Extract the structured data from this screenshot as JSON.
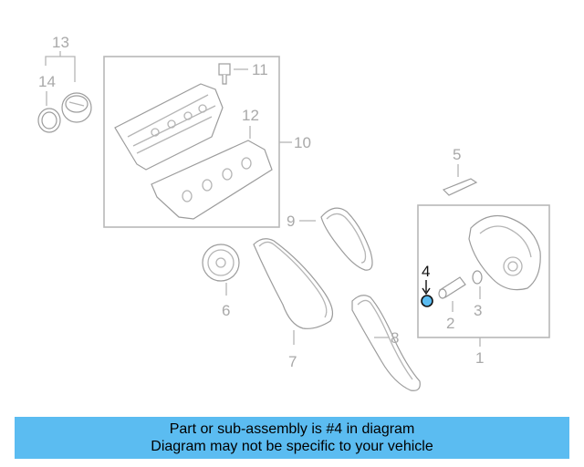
{
  "callouts": {
    "c1": "1",
    "c2": "2",
    "c3": "3",
    "c4": "4",
    "c5": "5",
    "c6": "6",
    "c7": "7",
    "c8": "8",
    "c9": "9",
    "c10": "10",
    "c11": "11",
    "c12": "12",
    "c13": "13",
    "c14": "14"
  },
  "highlight_color": "#5bbcf1",
  "banner": {
    "line1": "Part or sub-assembly is #4 in diagram",
    "line2": "Diagram may not be specific to your vehicle"
  }
}
